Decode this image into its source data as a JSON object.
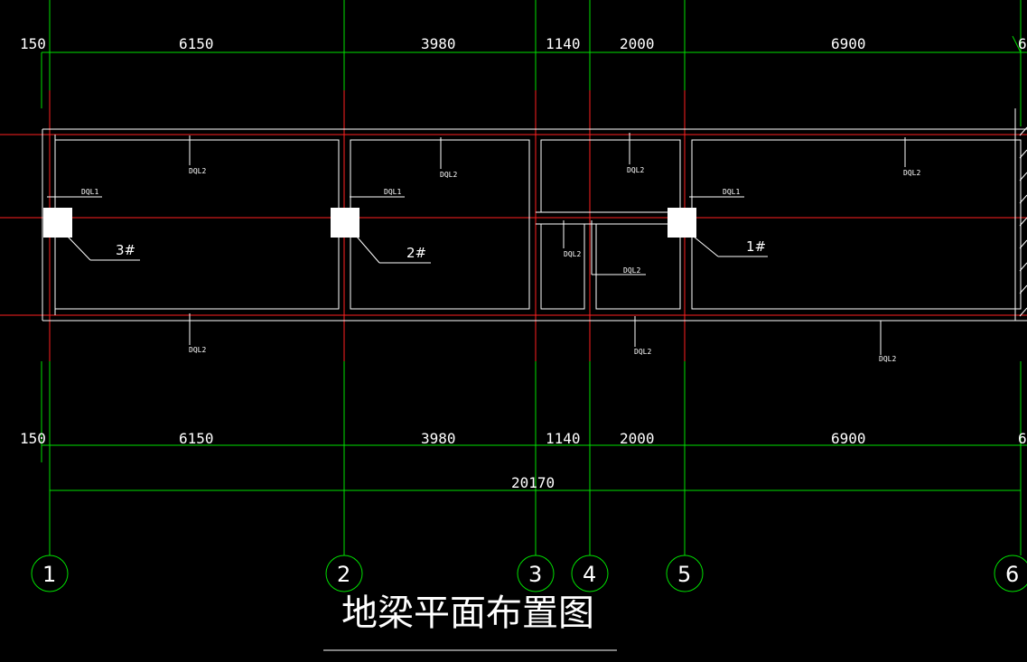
{
  "dimensions_top": [
    "150",
    "6150",
    "3980",
    "1140",
    "2000",
    "6900",
    "6"
  ],
  "dimensions_bottom": [
    "150",
    "6150",
    "3980",
    "1140",
    "2000",
    "6900",
    "6"
  ],
  "total_dimension": "20170",
  "axis_labels": [
    "1",
    "2",
    "3",
    "4",
    "5",
    "6"
  ],
  "beam_labels": {
    "dql1": "DQL1",
    "dql2": "DQL2"
  },
  "column_marks": [
    "3#",
    "2#",
    "1#"
  ],
  "drawing_title": "地梁平面布置图",
  "colors": {
    "background": "#000000",
    "axis_lines": "#00e000",
    "beam_axis": "#ff2020",
    "outline": "#ffffff"
  }
}
